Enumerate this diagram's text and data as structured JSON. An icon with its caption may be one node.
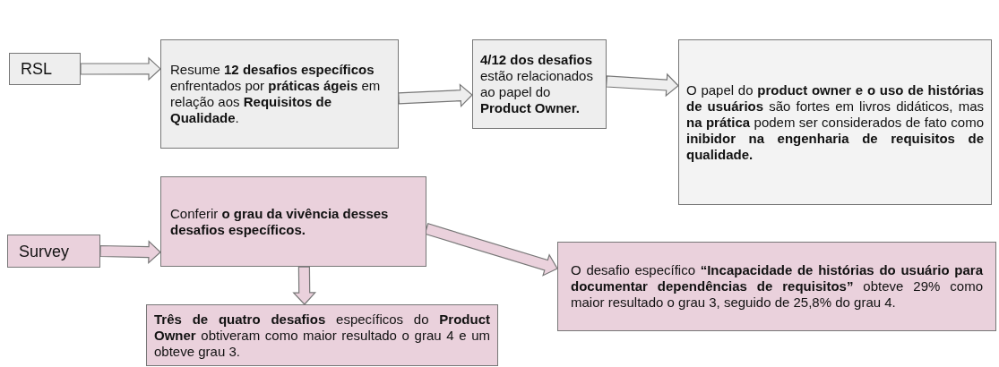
{
  "diagram": {
    "nodes": [
      {
        "text": [
          "RSL"
        ]
      },
      {
        "text": [
          "Resume **12 desafios específicos** enfrentados por **práticas ágeis** em relação aos **Requisitos de Qualidade**."
        ]
      },
      {
        "text": [
          "**4/12 dos desafios** estão relacionados ao papel do **Product Owner.**"
        ]
      },
      {
        "text": [
          "O papel do **product owner e o uso de histórias de usuários** são fortes em livros didáticos, mas **na prática** podem ser considerados de fato como **inibidor na engenharia de requisitos de qualidade.**"
        ]
      },
      {
        "text": [
          "Survey"
        ]
      },
      {
        "text": [
          "Conferir **o grau da vivência desses desafios específicos.**"
        ]
      },
      {
        "text": [
          "**Três de quatro desafios** específicos do **Product Owner** obtiveram como maior resultado o grau 4 e um obteve grau 3."
        ]
      },
      {
        "text": [
          "O desafio específico **“Incapacidade de histórias do usuário para documentar dependências de requisitos”** obteve 29% como maior resultado o grau 3, seguido de 25,8% do grau 4."
        ]
      }
    ],
    "edges": [
      {
        "from": 0,
        "to": 1,
        "arrow": "to"
      },
      {
        "from": 1,
        "to": 2,
        "arrow": "to"
      },
      {
        "from": 2,
        "to": 3,
        "arrow": "to"
      },
      {
        "from": 4,
        "to": 5,
        "arrow": "to"
      },
      {
        "from": 5,
        "to": 6,
        "arrow": "to"
      },
      {
        "from": 5,
        "to": 7,
        "arrow": "to"
      }
    ]
  }
}
